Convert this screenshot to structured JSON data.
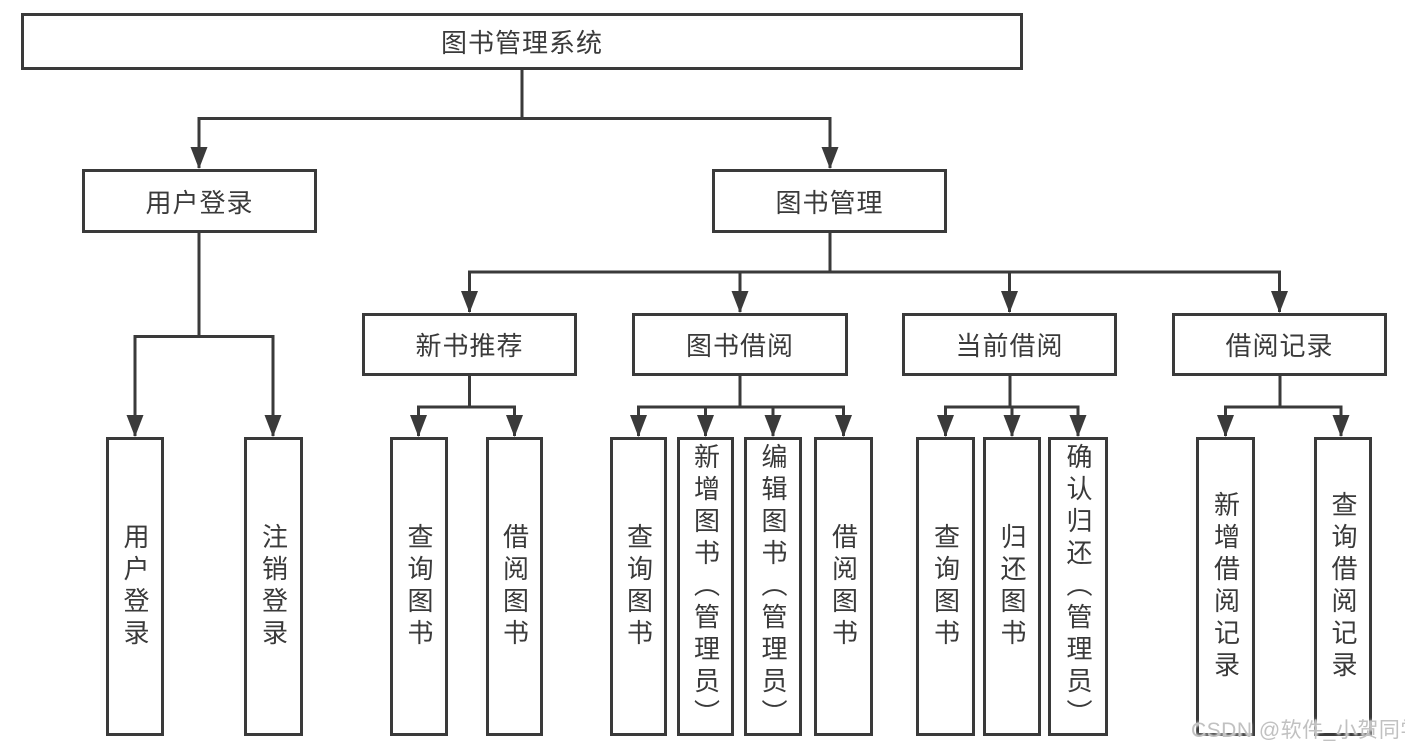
{
  "diagram": {
    "root": "图书管理系统",
    "modules": [
      {
        "label": "用户登录",
        "children": [
          "用户登录",
          "注销登录"
        ]
      },
      {
        "label": "图书管理",
        "submodules": [
          {
            "label": "新书推荐",
            "children": [
              "查询图书",
              "借阅图书"
            ]
          },
          {
            "label": "图书借阅",
            "children": [
              "查询图书",
              "新增图书（管理员）",
              "编辑图书（管理员）",
              "借阅图书"
            ]
          },
          {
            "label": "当前借阅",
            "children": [
              "查询图书",
              "归还图书",
              "确认归还（管理员）"
            ]
          },
          {
            "label": "借阅记录",
            "children": [
              "新增借阅记录",
              "查询借阅记录"
            ]
          }
        ]
      }
    ],
    "colors": {
      "line": "#3a3a3a",
      "box_border": "#3a3a3a",
      "text": "#3a3a3a",
      "background": "#ffffff",
      "watermark": "#c1c1c1"
    },
    "watermark": "CSDN @软件_小贺同学"
  }
}
